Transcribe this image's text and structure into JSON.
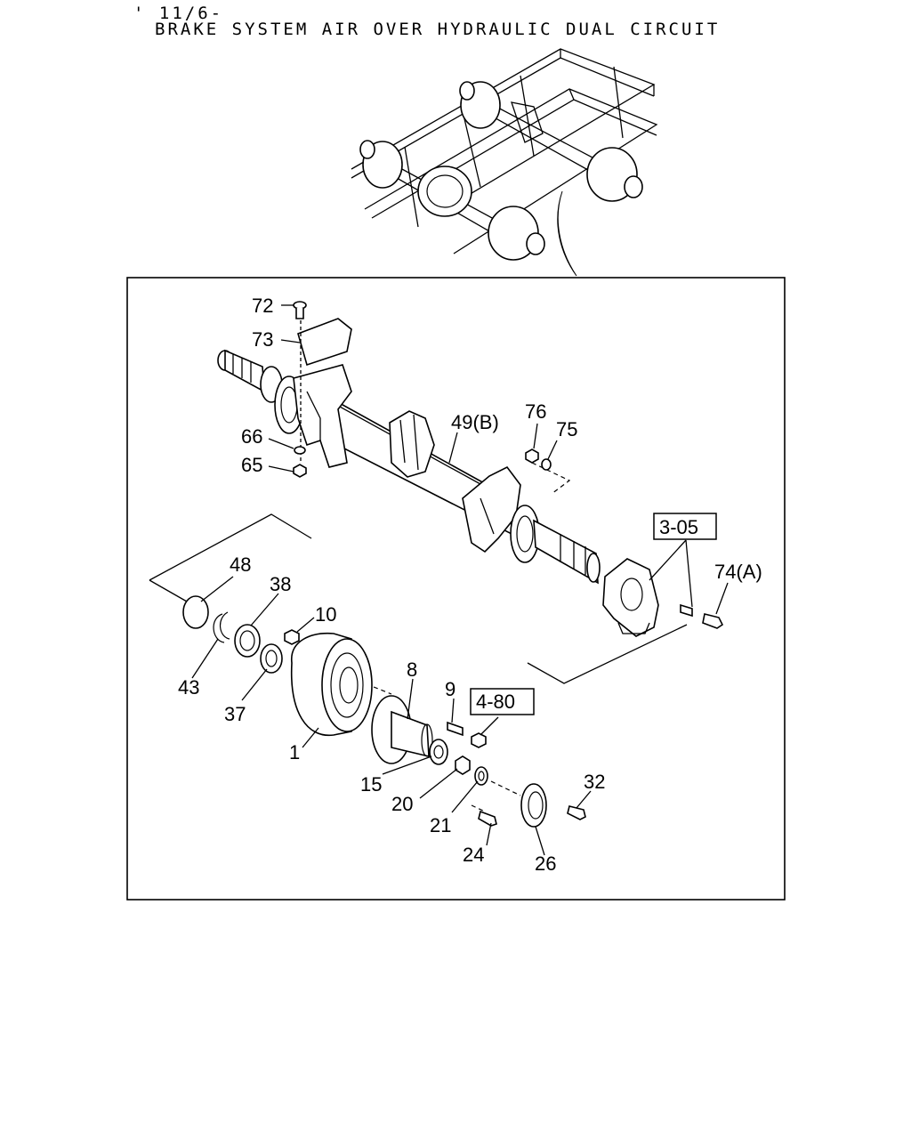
{
  "header": {
    "date_code": "' 11/6-",
    "title": "BRAKE SYSTEM AIR OVER HYDRAULIC DUAL CIRCUIT"
  },
  "callouts": {
    "p72": "72",
    "p73": "73",
    "p66": "66",
    "p65": "65",
    "p49": "49(B)",
    "p76": "76",
    "p75": "75",
    "p305": "3-05",
    "p74": "74(A)",
    "p48": "48",
    "p38": "38",
    "p10": "10",
    "p43": "43",
    "p37": "37",
    "p8": "8",
    "p9": "9",
    "p480": "4-80",
    "p1": "1",
    "p15": "15",
    "p20": "20",
    "p21": "21",
    "p32": "32",
    "p24": "24",
    "p26": "26"
  }
}
